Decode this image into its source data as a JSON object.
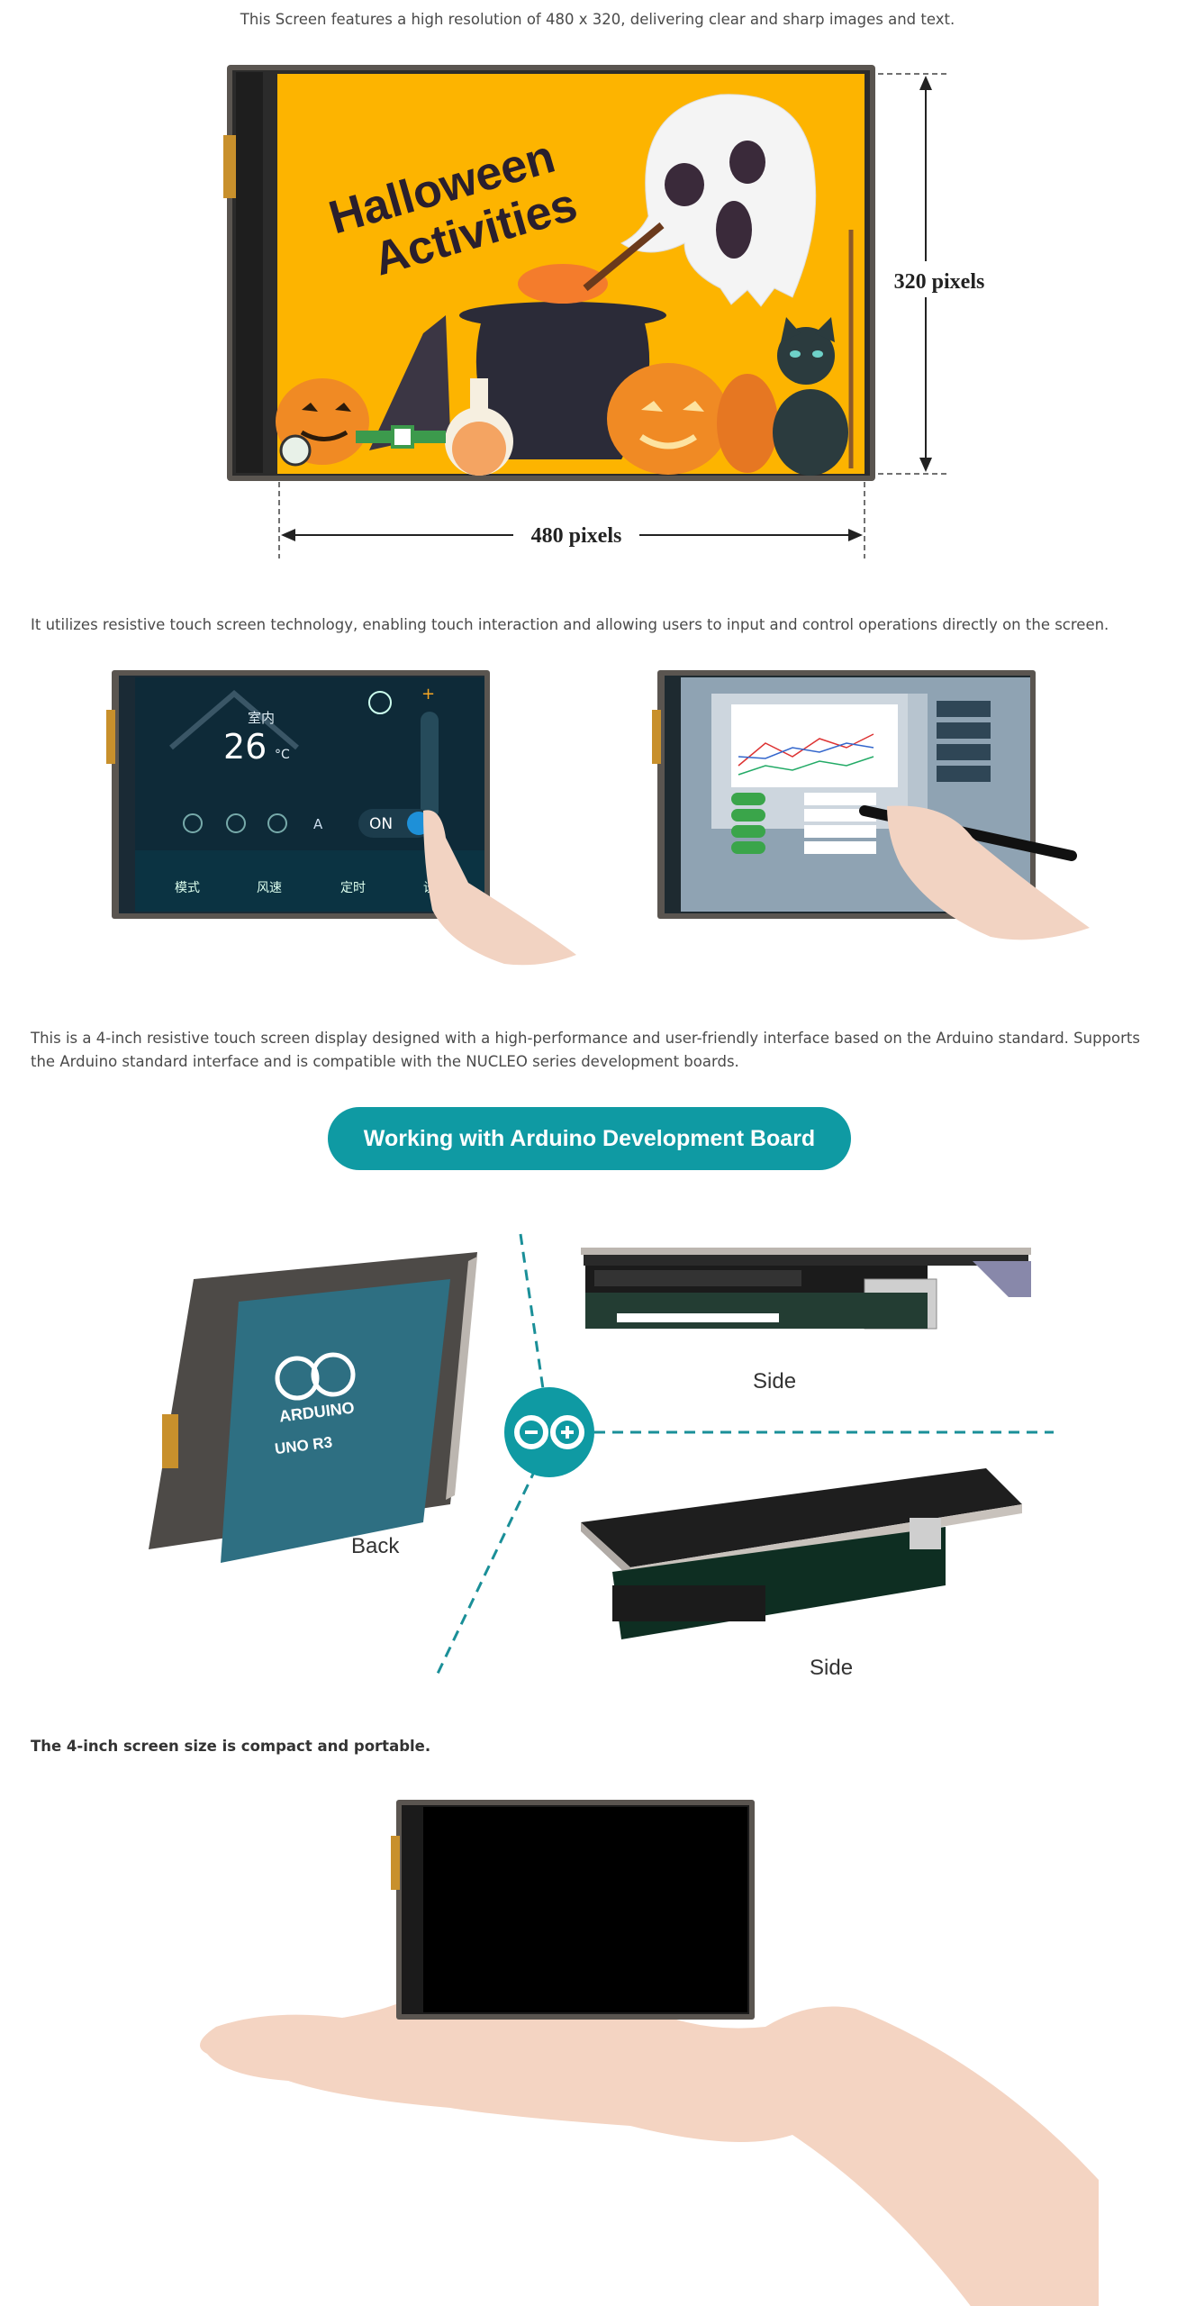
{
  "text": {
    "resolution_desc": "This Screen features a high resolution of 480 x 320, delivering clear and sharp images and text.",
    "touch_desc": "It utilizes resistive touch screen technology, enabling touch interaction and allowing users to input and control operations directly on the screen.",
    "arduino_desc": "This is a 4-inch resistive touch screen display designed with a high-performance and user-friendly interface based on the Arduino standard. Supports the Arduino standard interface and is compatible with the NUCLEO series development boards.",
    "portable_desc": "The 4-inch screen size is compact and portable."
  },
  "resolution_figure": {
    "height_label": "320 pixels",
    "width_label": "480 pixels",
    "screen_title_line1": "Halloween",
    "screen_title_line2": "Activities"
  },
  "touch_figure": {
    "room_label": "室内",
    "temperature": "26",
    "temp_unit": "°C",
    "on_label": "ON",
    "menu": [
      "模式",
      "风速",
      "定时",
      "设"
    ]
  },
  "arduino_section": {
    "banner": "Working with Arduino Development Board",
    "back_label": "Back",
    "side_label_top": "Side",
    "side_label_bottom": "Side",
    "board_brand": "ARDUINO",
    "board_model": "UNO R3"
  },
  "colors": {
    "accent_teal": "#0f9aa3",
    "halloween_bg": "#fdb400"
  }
}
